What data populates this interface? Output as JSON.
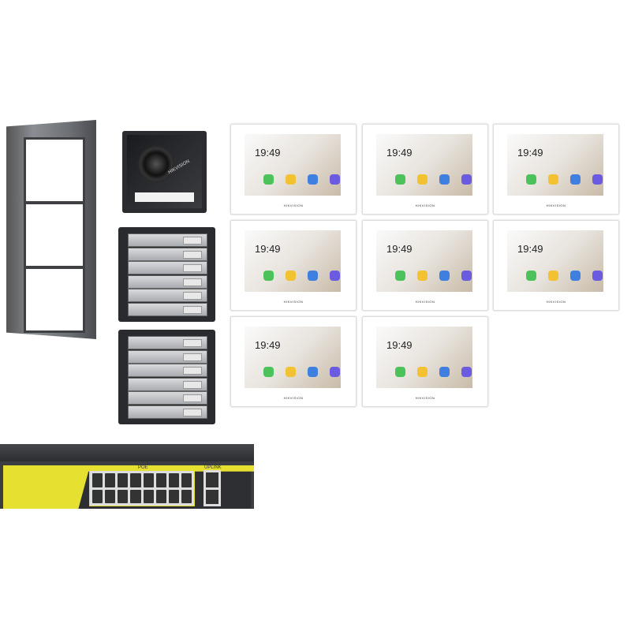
{
  "products": {
    "frame": {
      "type": "surface-mount-frame-3-module"
    },
    "door_station": {
      "brand": "HIKVISION"
    },
    "button_modules": [
      {
        "rows": 6
      },
      {
        "rows": 6
      }
    ],
    "monitors": [
      {
        "time": "19:49",
        "brand": "HIKVISION"
      },
      {
        "time": "19:49",
        "brand": "HIKVISION"
      },
      {
        "time": "19:49",
        "brand": "HIKVISION"
      },
      {
        "time": "19:49",
        "brand": "HIKVISION"
      },
      {
        "time": "19:49",
        "brand": "HIKVISION"
      },
      {
        "time": "19:49",
        "brand": "HIKVISION"
      },
      {
        "time": "19:49",
        "brand": "HIKVISION"
      },
      {
        "time": "19:49",
        "brand": "HIKVISION"
      }
    ],
    "switch": {
      "poe_label": "POE",
      "uplink_label": "UPLINK",
      "accent": "#e6e030"
    }
  },
  "app_colors": [
    "#4cc35a",
    "#f2c232",
    "#3e7fe0",
    "#6b5be0"
  ]
}
